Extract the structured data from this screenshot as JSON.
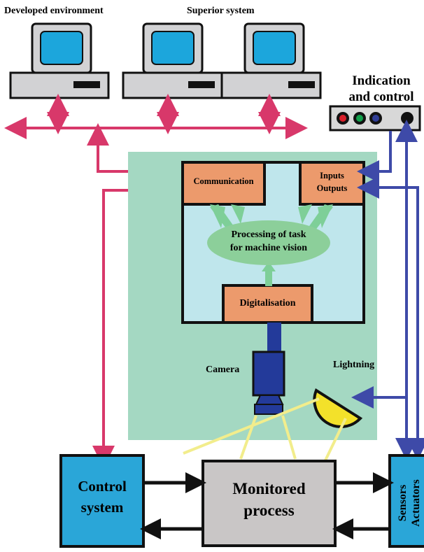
{
  "labels": {
    "developed_environment": "Developed environment",
    "superior_system": "Superior system",
    "indication_line1": "Indication",
    "indication_line2": "and control",
    "communication": "Communication",
    "inputs": "Inputs",
    "outputs": "Outputs",
    "processing_line1": "Processing of task",
    "processing_line2": "for machine vision",
    "digitalisation": "Digitalisation",
    "camera": "Camera",
    "lightning": "Lightning",
    "control_line1": "Control",
    "control_line2": "system",
    "monitored_line1": "Monitored",
    "monitored_line2": "process",
    "sensors": "Sensors",
    "actuators": "Actuators"
  },
  "colors": {
    "computer_body": "#d2d2d4",
    "computer_screen": "#1ca6dc",
    "red_bus": "#d8386a",
    "blue_link": "#3e4aa8",
    "green_panel": "#a4d8c2",
    "vision_inner": "#bfe6ec",
    "orange_box": "#ec9a6c",
    "processing_ellipse": "#8ccf9a",
    "green_arrow": "#7ecf98",
    "control_box": "#2aa6d8",
    "monitored_box": "#c9c6c6",
    "camera_body": "#233a9a",
    "lamp": "#f3e12a",
    "light_ray": "#f2ed8c",
    "led_red": "#d91f2a",
    "led_green": "#12a04b",
    "led_blue": "#2f3d96"
  }
}
